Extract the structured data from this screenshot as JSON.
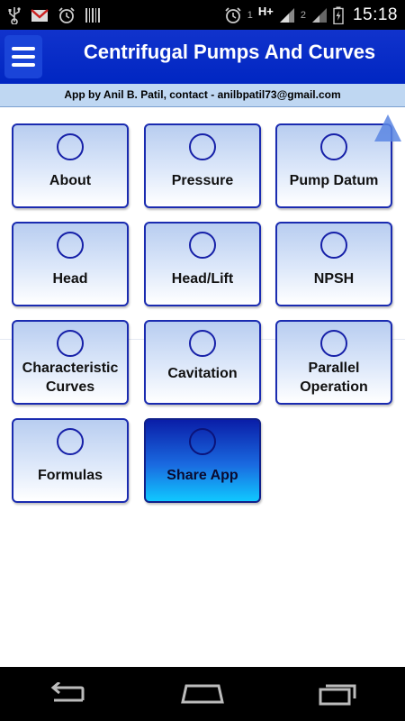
{
  "status_bar": {
    "time": "15:18",
    "network": "H+",
    "sim1": "1",
    "sim2": "2",
    "icons": [
      "usb-icon",
      "gmail-icon",
      "alarm-icon",
      "barcode-icon",
      "alarm-icon",
      "signal-icon",
      "battery-icon"
    ]
  },
  "app_bar": {
    "title": "Centrifugal Pumps And Curves",
    "menu_icon": "hamburger-menu-icon"
  },
  "subtitle": "App by Anil B. Patil, contact - anilbpatil73@gmail.com",
  "tiles": [
    {
      "label": "About"
    },
    {
      "label": "Pressure"
    },
    {
      "label": "Pump Datum"
    },
    {
      "label": "Head"
    },
    {
      "label": "Head/Lift"
    },
    {
      "label": "NPSH"
    },
    {
      "label": "Characteristic Curves"
    },
    {
      "label": "Cavitation"
    },
    {
      "label": "Parallel Operation"
    },
    {
      "label": "Formulas"
    },
    {
      "label": "Share App"
    }
  ],
  "colors": {
    "app_bar": "#0026c2",
    "subtitle_bg": "#bfd7f2",
    "tile_border": "#1a2bb0",
    "accent_tile_top": "#0a1ea8",
    "accent_tile_bottom": "#10c8ff"
  },
  "nav_bar": {
    "icons": [
      "back-icon",
      "home-icon",
      "recent-apps-icon"
    ]
  }
}
